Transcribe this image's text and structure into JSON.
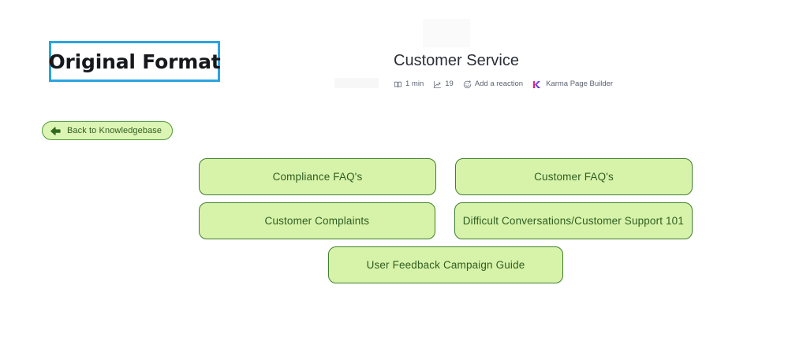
{
  "annotation": {
    "label": "Original Format",
    "border_color": "#2aa4e0"
  },
  "document": {
    "title": "Customer Service",
    "meta": [
      {
        "icon": "book-open-icon",
        "text": "1 min"
      },
      {
        "icon": "trending-up-icon",
        "text": "19"
      },
      {
        "icon": "add-reaction-icon",
        "text": "Add a reaction"
      },
      {
        "icon": "karma-logo-icon",
        "text": "Karma Page Builder"
      }
    ]
  },
  "back_button": {
    "label": "Back to Knowledgebase",
    "icon": "arrow-left-icon"
  },
  "cards": {
    "fill_color": "#d7f3a9",
    "border_color": "#3f7f2d",
    "text_color": "#2f5d22",
    "rows": [
      [
        {
          "label": "Compliance FAQ's"
        },
        {
          "label": "Customer FAQ's"
        }
      ],
      [
        {
          "label": "Customer Complaints"
        },
        {
          "label": "Difficult Conversations/Customer Support 101"
        }
      ]
    ],
    "footer_card": {
      "label": "User Feedback Campaign Guide"
    }
  }
}
